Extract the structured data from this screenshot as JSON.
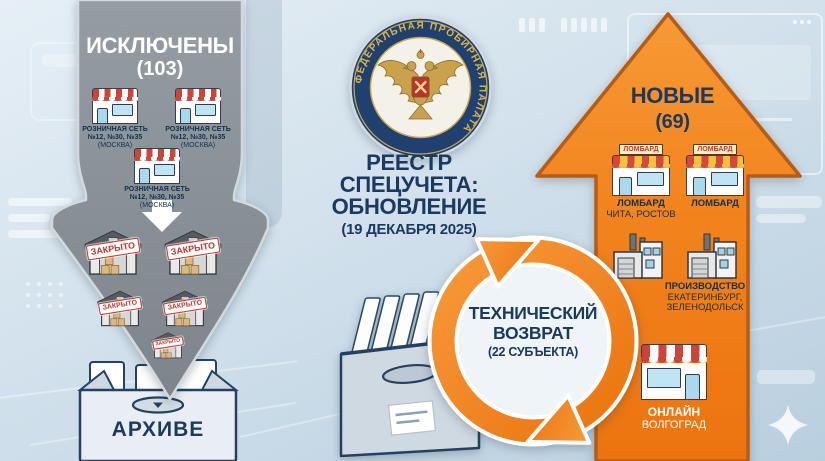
{
  "header": {
    "title_line1": "РЕЕСТР СПЕЦУЧЕТА:",
    "title_line2": "ОБНОВЛЕНИЕ",
    "title_line3": "(19 ДЕКАБРЯ 2025)"
  },
  "logo": {
    "ring_text": "ФЕДЕРАЛЬНАЯ ПРОБИРНАЯ ПАЛАТА"
  },
  "excluded": {
    "title": "ИСКЛЮЧЕНЫ",
    "count": "(103)",
    "stores": [
      {
        "line1": "РОЗНИЧНАЯ СЕТЬ",
        "line2": "№12, №30, №35",
        "line3": "(МОСКВА)"
      },
      {
        "line1": "РОЗНИЧНАЯ СЕТЬ",
        "line2": "№12, №30, №35",
        "line3": "(МОСКВА)"
      },
      {
        "line1": "РОЗНИЧНАЯ СЕТЬ",
        "line2": "№12, №30, №35",
        "line3": "(МОСКВА)"
      }
    ],
    "closed_stamp": "ЗАКРЫТО",
    "archive_label": "АРХИВЕ"
  },
  "technical_return": {
    "line1": "ТЕХНИЧЕСКИЙ",
    "line2": "ВОЗВРАТ",
    "line3": "(22 СУБЪЕКТА)"
  },
  "new_entries": {
    "title": "НОВЫЕ",
    "count": "(69)",
    "pawnshop_sign": "ЛОМБАРД",
    "pawnshops": [
      {
        "line1": "ЛОМБАРД",
        "line2": "ЧИТА, РОСТОВ"
      },
      {
        "line1": "ЛОМБАРД",
        "line2": ""
      }
    ],
    "production": {
      "line1": "ПРОИЗВОДСТВО",
      "line2": "ЕКАТЕРИНБУРГ,",
      "line3": "ЗЕЛЕНОДОЛЬСК"
    },
    "online": {
      "line1": "ОНЛАЙН",
      "line2": "ВОЛГОГРАД"
    }
  },
  "colors": {
    "accent_orange": "#f0801e",
    "navy": "#1c3a60",
    "gray_arrow": "#8a929a",
    "stamp_red": "#c0392b",
    "logo_navy": "#20416f",
    "logo_gold": "#d4af37",
    "background_blue": "#cfdfeb"
  }
}
